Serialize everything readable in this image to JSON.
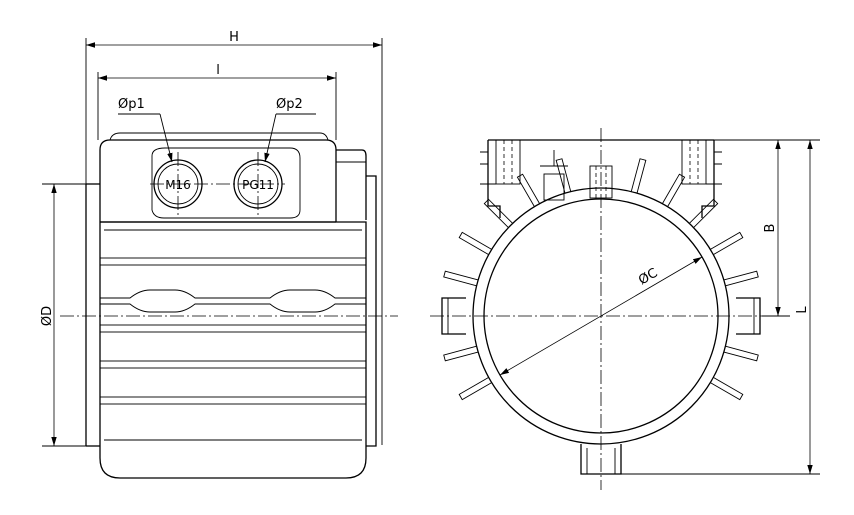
{
  "front_view": {
    "dim_H": "H",
    "dim_l": "l",
    "dim_D": "ØD",
    "label_p1": "Øp1",
    "label_p2": "Øp2",
    "gland_1": "M16",
    "gland_2": "PG11"
  },
  "side_view": {
    "dim_C": "ØC",
    "dim_B": "B",
    "dim_L": "L"
  }
}
